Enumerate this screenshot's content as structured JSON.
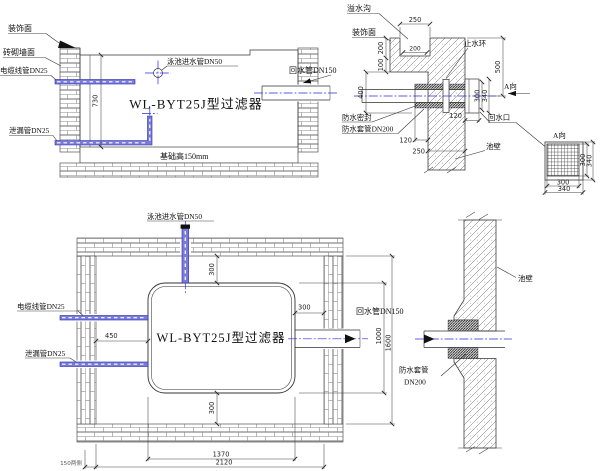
{
  "colors": {
    "pipe_fill": "#7a7ada",
    "pipe_stroke": "#2a2aa8",
    "centerline": "#2a2ae0",
    "line": "#333333",
    "text": "#111111"
  },
  "section": {
    "labels": {
      "decor_face": "装饰面",
      "brick_wall": "砖砌墙面",
      "cable_conduit": "电缆线管DN25",
      "leak_pipe": "泄漏管DN25",
      "pool_inlet": "泳池进水管DN50",
      "filter_model": "WL-BYT25J型过滤器",
      "return_pipe": "回水管DN150",
      "foundation": "基础高150mm"
    },
    "dims": {
      "depth": "730"
    }
  },
  "detail": {
    "labels": {
      "overflow_gutter": "溢水沟",
      "decor_face": "装饰面",
      "water_stop_ring": "止水环",
      "view_a": "A向",
      "return_port": "回水口",
      "waterproof_seal": "防水密封",
      "waterproof_sleeve": "防水套管DN200",
      "pool_wall": "池壁"
    },
    "dims": {
      "gutter_top": "250",
      "gutter_width": "200",
      "notch_depth": "200",
      "band": "100",
      "pipe_drop": "400",
      "surface_to_pipe": "500",
      "port_h_inner": "300",
      "port_h_outer": "340",
      "sleeve_ext_right": "120",
      "sleeve_ext_left": "120",
      "wall_thk": "250"
    }
  },
  "grate": {
    "label": "A向",
    "dims": {
      "inner_h": "300",
      "outer_h": "340",
      "inner_w": "300",
      "outer_w": "340"
    }
  },
  "plan": {
    "labels": {
      "pool_inlet": "泳池进水管DN50",
      "filter_model": "WL-BYT25J型过滤器",
      "cable_conduit": "电缆线管DN25",
      "leak_pipe": "泄漏管DN25",
      "return_pipe": "回水管DN150"
    },
    "dims": {
      "inlet_gap": "300",
      "left_gap": "450",
      "right_gap": "300",
      "filter_len": "1000",
      "pit_len": "1600",
      "bottom_gap": "300",
      "filter_w": "1370",
      "pit_w": "2120",
      "wall_thk": "150两侧"
    }
  },
  "wall_section": {
    "labels": {
      "pool_wall": "池壁",
      "sleeve_line1": "防水套管",
      "sleeve_line2": "DN200"
    }
  }
}
